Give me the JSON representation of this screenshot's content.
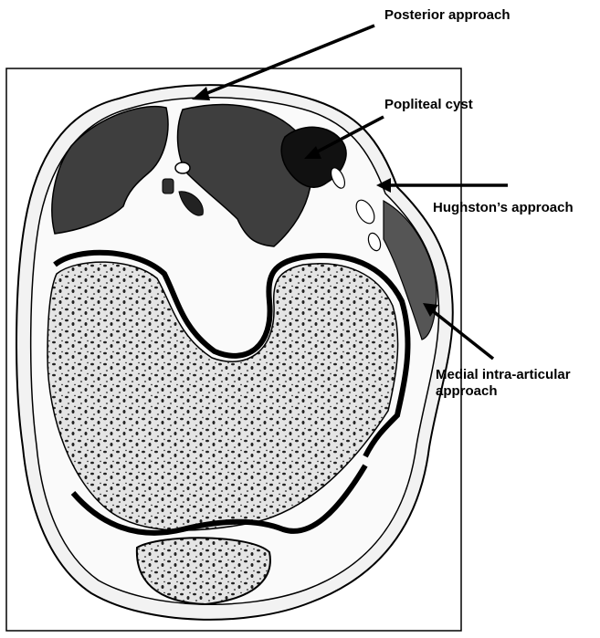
{
  "labels": {
    "posterior_approach": "Posterior approach",
    "popliteal_cyst": "Popliteal cyst",
    "hughstons_approach": "Hughston’s approach",
    "medial_line1": "Medial intra-articular",
    "medial_line2": "approach"
  },
  "colors": {
    "ink": "#000000",
    "muscle": "#3e3e3e",
    "cyst": "#111111",
    "fat": "#ececec",
    "bone": "#dadada",
    "skin": "#f4f4f4"
  }
}
